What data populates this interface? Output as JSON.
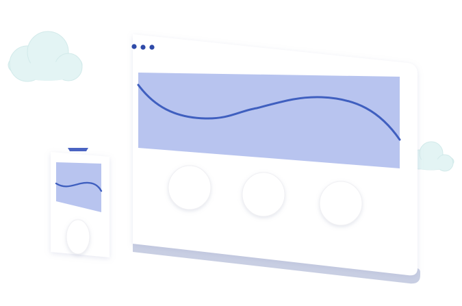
{
  "colors": {
    "background": "#ffffff",
    "accent": "#3f5fbf",
    "chart_fill": "#b8c4ef",
    "card": "#ffffff",
    "card_shadow": "#c9cfe3",
    "cloud": "#e3f4f4",
    "cloud_outline": "#d2eaea",
    "circle_outline": "#f0f0f3"
  },
  "icons": {
    "menu": "more-dots-icon",
    "cloud": "cloud-icon"
  },
  "main_card": {
    "menu_dots_count": 3,
    "chart_line_shape": "smooth wave, dips then rises then falls steeply",
    "placeholder_circles": 3
  },
  "side_card": {
    "chart_line_shape": "small wave",
    "placeholder_circles": 1
  }
}
